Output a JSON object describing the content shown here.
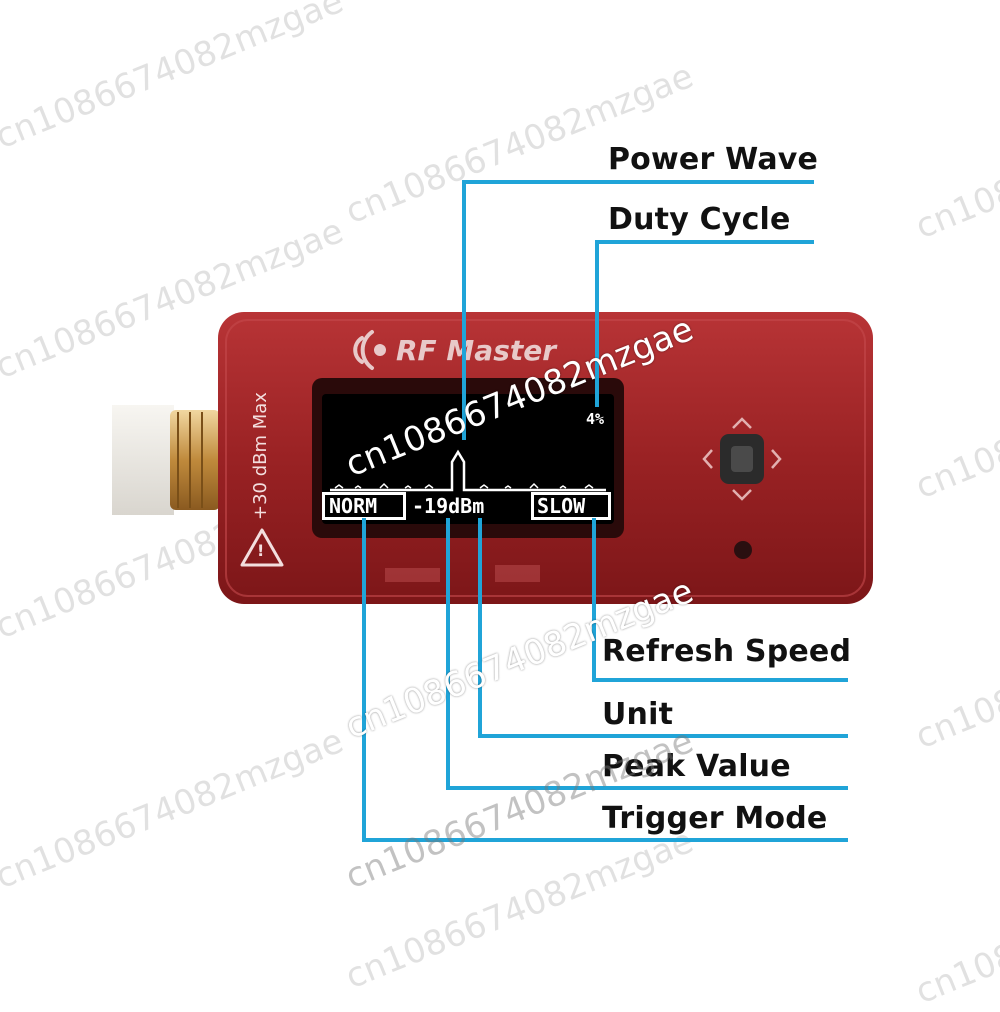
{
  "callouts": {
    "power_wave": "Power Wave",
    "duty_cycle": "Duty Cycle",
    "refresh_speed": "Refresh Speed",
    "unit": "Unit",
    "peak_value": "Peak Value",
    "trigger_mode": "Trigger Mode"
  },
  "device": {
    "brand": "RF Master",
    "power_spec": "+30 dBm Max",
    "warning_symbol": "!",
    "screen": {
      "duty_cycle_value": "4%",
      "trigger_mode": "NORM",
      "peak_value": "-19dBm",
      "refresh_speed": "SLOW"
    }
  },
  "watermark": "cn1086674082mzgae",
  "colors": {
    "callout_line": "#20a4d8",
    "device_body": "#9e2426",
    "screen_bg": "#000000"
  }
}
